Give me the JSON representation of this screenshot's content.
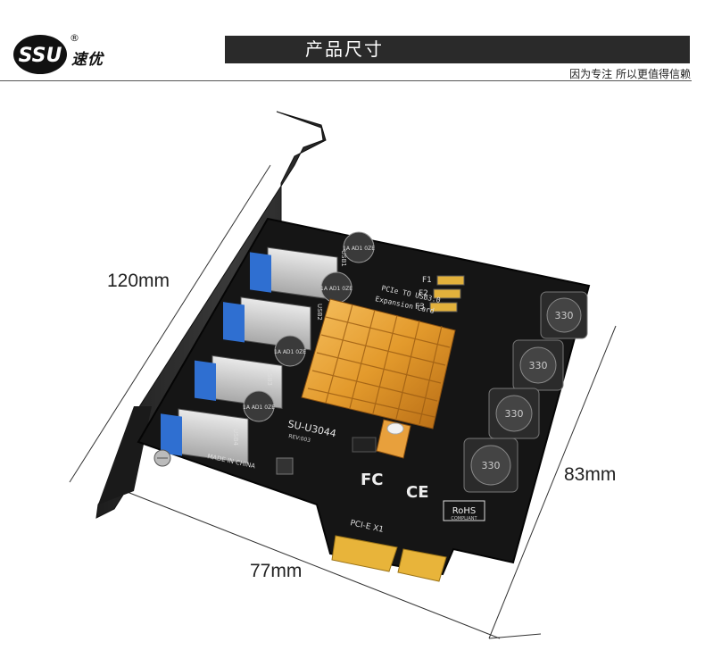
{
  "header": {
    "brand_logo": "SSU",
    "brand_registered": "®",
    "brand_name": "速优",
    "title": "产品尺寸",
    "tagline": "因为专注 所以更值得信赖"
  },
  "dimensions": {
    "height_label": "120mm",
    "width_label": "77mm",
    "depth_label": "83mm"
  },
  "board": {
    "model_text": "SU-U3044",
    "rev_text": "REV:003",
    "desc_line1": "PCIe TO USB3.0",
    "desc_line2": "Expansion Card",
    "made_in": "MADE IN CHINA",
    "pcie_label": "PCI-E X1",
    "fc_mark": "FC",
    "ce_mark": "CE",
    "rohs_mark": "RoHS",
    "rohs_sub": "COMPLIANT",
    "inductor_text": "330",
    "capacitor_text": "1A AD1 0ZE",
    "fuse_labels": [
      "F1",
      "F2",
      "F3"
    ],
    "usb_labels": [
      "USB1",
      "USB2",
      "USB3",
      "USB4"
    ],
    "port_count": 4,
    "inductor_count": 4
  },
  "colors": {
    "pcb": "#151515",
    "bracket": "#2b2b2b",
    "heatsink": "#e39a2c",
    "usb_blue": "#2f6fd1",
    "gold_finger": "#e8b43a",
    "title_bar": "#2a2a2a"
  }
}
